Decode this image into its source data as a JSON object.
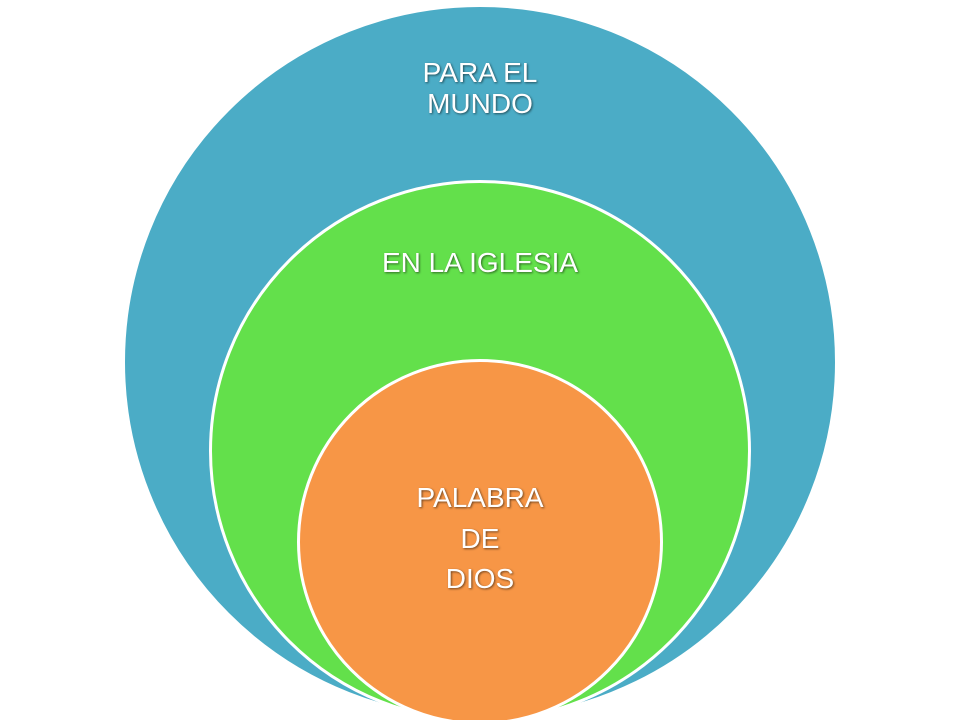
{
  "diagram": {
    "colors": {
      "outer": "#4bacc6",
      "middle": "#63e04b",
      "inner": "#f79646",
      "text": "#ffffff"
    },
    "outer_circle": {
      "label_lines": [
        "PARA EL",
        "MUNDO"
      ]
    },
    "middle_circle": {
      "label": "EN LA IGLESIA"
    },
    "inner_circle": {
      "label_lines": [
        "PALABRA",
        "DE",
        "DIOS"
      ]
    }
  }
}
